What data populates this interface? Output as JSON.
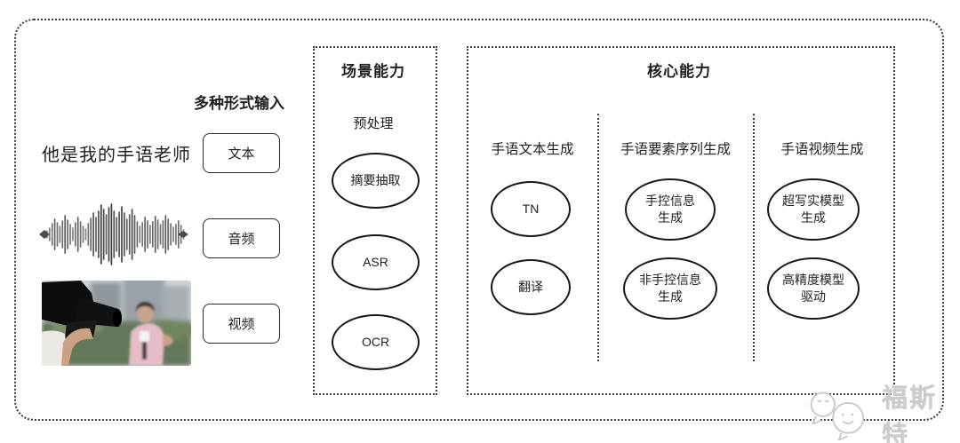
{
  "input": {
    "label": "多种形式输入",
    "text_sample": "他是我的手语老师",
    "types": [
      "文本",
      "音频",
      "视频"
    ]
  },
  "scene": {
    "title": "场景能力",
    "stage_label": "预处理",
    "nodes": [
      "摘要抽取",
      "ASR",
      "OCR"
    ]
  },
  "core": {
    "title": "核心能力",
    "columns": [
      {
        "header": "手语文本生成",
        "nodes": [
          "TN",
          "翻译"
        ]
      },
      {
        "header": "手语要素序列生成",
        "nodes": [
          "手控信息\n生成",
          "非手控信息\n生成"
        ]
      },
      {
        "header": "手语视频生成",
        "nodes": [
          "超写实模型\n生成",
          "高精度模型\n驱动"
        ]
      }
    ]
  },
  "watermark": {
    "text": "福斯特",
    "icon": "two-chat-faces-icon"
  },
  "colors": {
    "line": "#1f1f1f",
    "watermark": "#cccccc",
    "background": "#ffffff"
  }
}
